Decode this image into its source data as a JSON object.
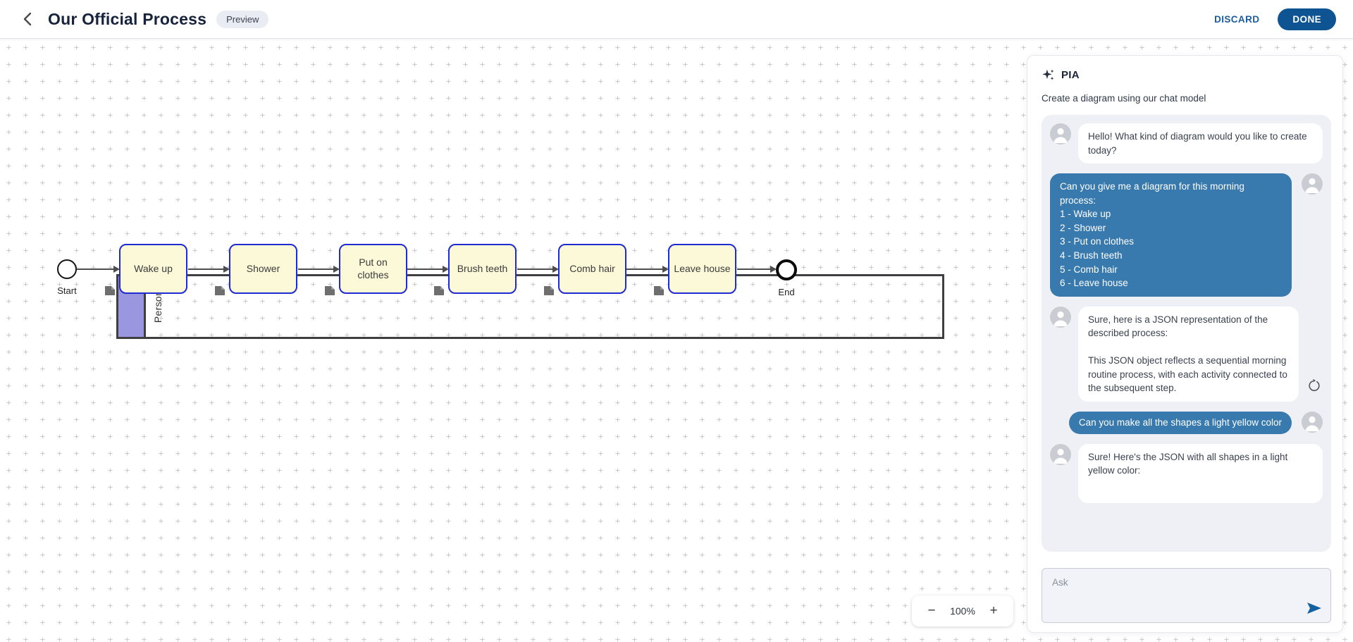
{
  "header": {
    "title": "Our Official Process",
    "preview_badge": "Preview",
    "discard_label": "DISCARD",
    "done_label": "DONE"
  },
  "diagram": {
    "lane_label": "Person",
    "start_label": "Start",
    "end_label": "End",
    "tasks": [
      "Wake up",
      "Shower",
      "Put on clothes",
      "Brush teeth",
      "Comb hair",
      "Leave house"
    ]
  },
  "zoom_controls": {
    "minus": "−",
    "level": "100%",
    "plus": "+"
  },
  "assistant": {
    "name": "PIA",
    "subtitle": "Create a diagram using our chat model",
    "messages": [
      {
        "role": "bot",
        "text": "Hello! What kind of diagram would you like to create today?"
      },
      {
        "role": "user",
        "text": "Can you give me a diagram for this morning process:\n1 - Wake up\n2 - Shower\n3 - Put on clothes\n4 - Brush teeth\n5 - Comb hair\n6 - Leave house"
      },
      {
        "role": "bot",
        "text": "Sure, here is a JSON representation of the described process:\n\nThis JSON object reflects a sequential morning routine process, with each activity connected to the subsequent step."
      },
      {
        "role": "user",
        "text": "Can you make all the shapes a light yellow color"
      },
      {
        "role": "bot",
        "text": "Sure! Here's the JSON with all shapes in a light yellow color:"
      }
    ],
    "input_placeholder": "Ask"
  },
  "colors": {
    "accent_blue": "#0f5492",
    "task_fill": "#fbf9d8",
    "task_border": "#1f2ad2",
    "lane_strip": "#9a96e0",
    "user_bubble": "#3879ae",
    "chat_panel_bg": "#eef0f5"
  }
}
